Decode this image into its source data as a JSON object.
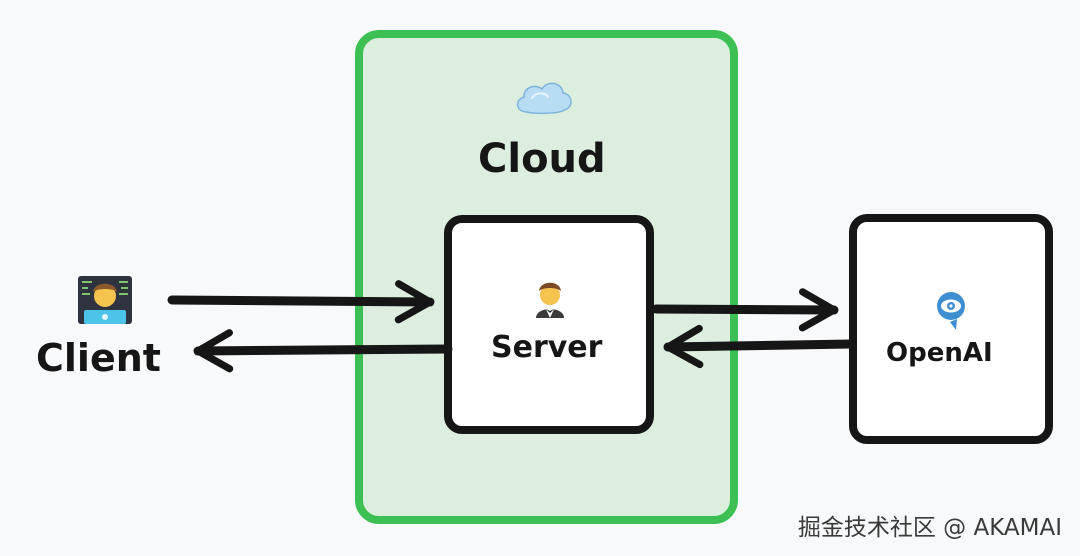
{
  "diagram": {
    "cloud_label": "Cloud",
    "client_label": "Client",
    "server_label": "Server",
    "openai_label": "OpenAI"
  },
  "icons": {
    "cloud": "cloud-icon",
    "client": "technologist-icon",
    "server": "person-in-tuxedo-icon",
    "openai": "eye-speech-bubble-icon"
  },
  "colors": {
    "background": "#f8f9fa",
    "cloud_fill": "#dcefdf",
    "cloud_border": "#3cc054",
    "stroke": "#161616",
    "box_fill": "#ffffff",
    "openai_icon": "#3d8fd1"
  },
  "watermark": "掘金技术社区 @ AKAMAI"
}
